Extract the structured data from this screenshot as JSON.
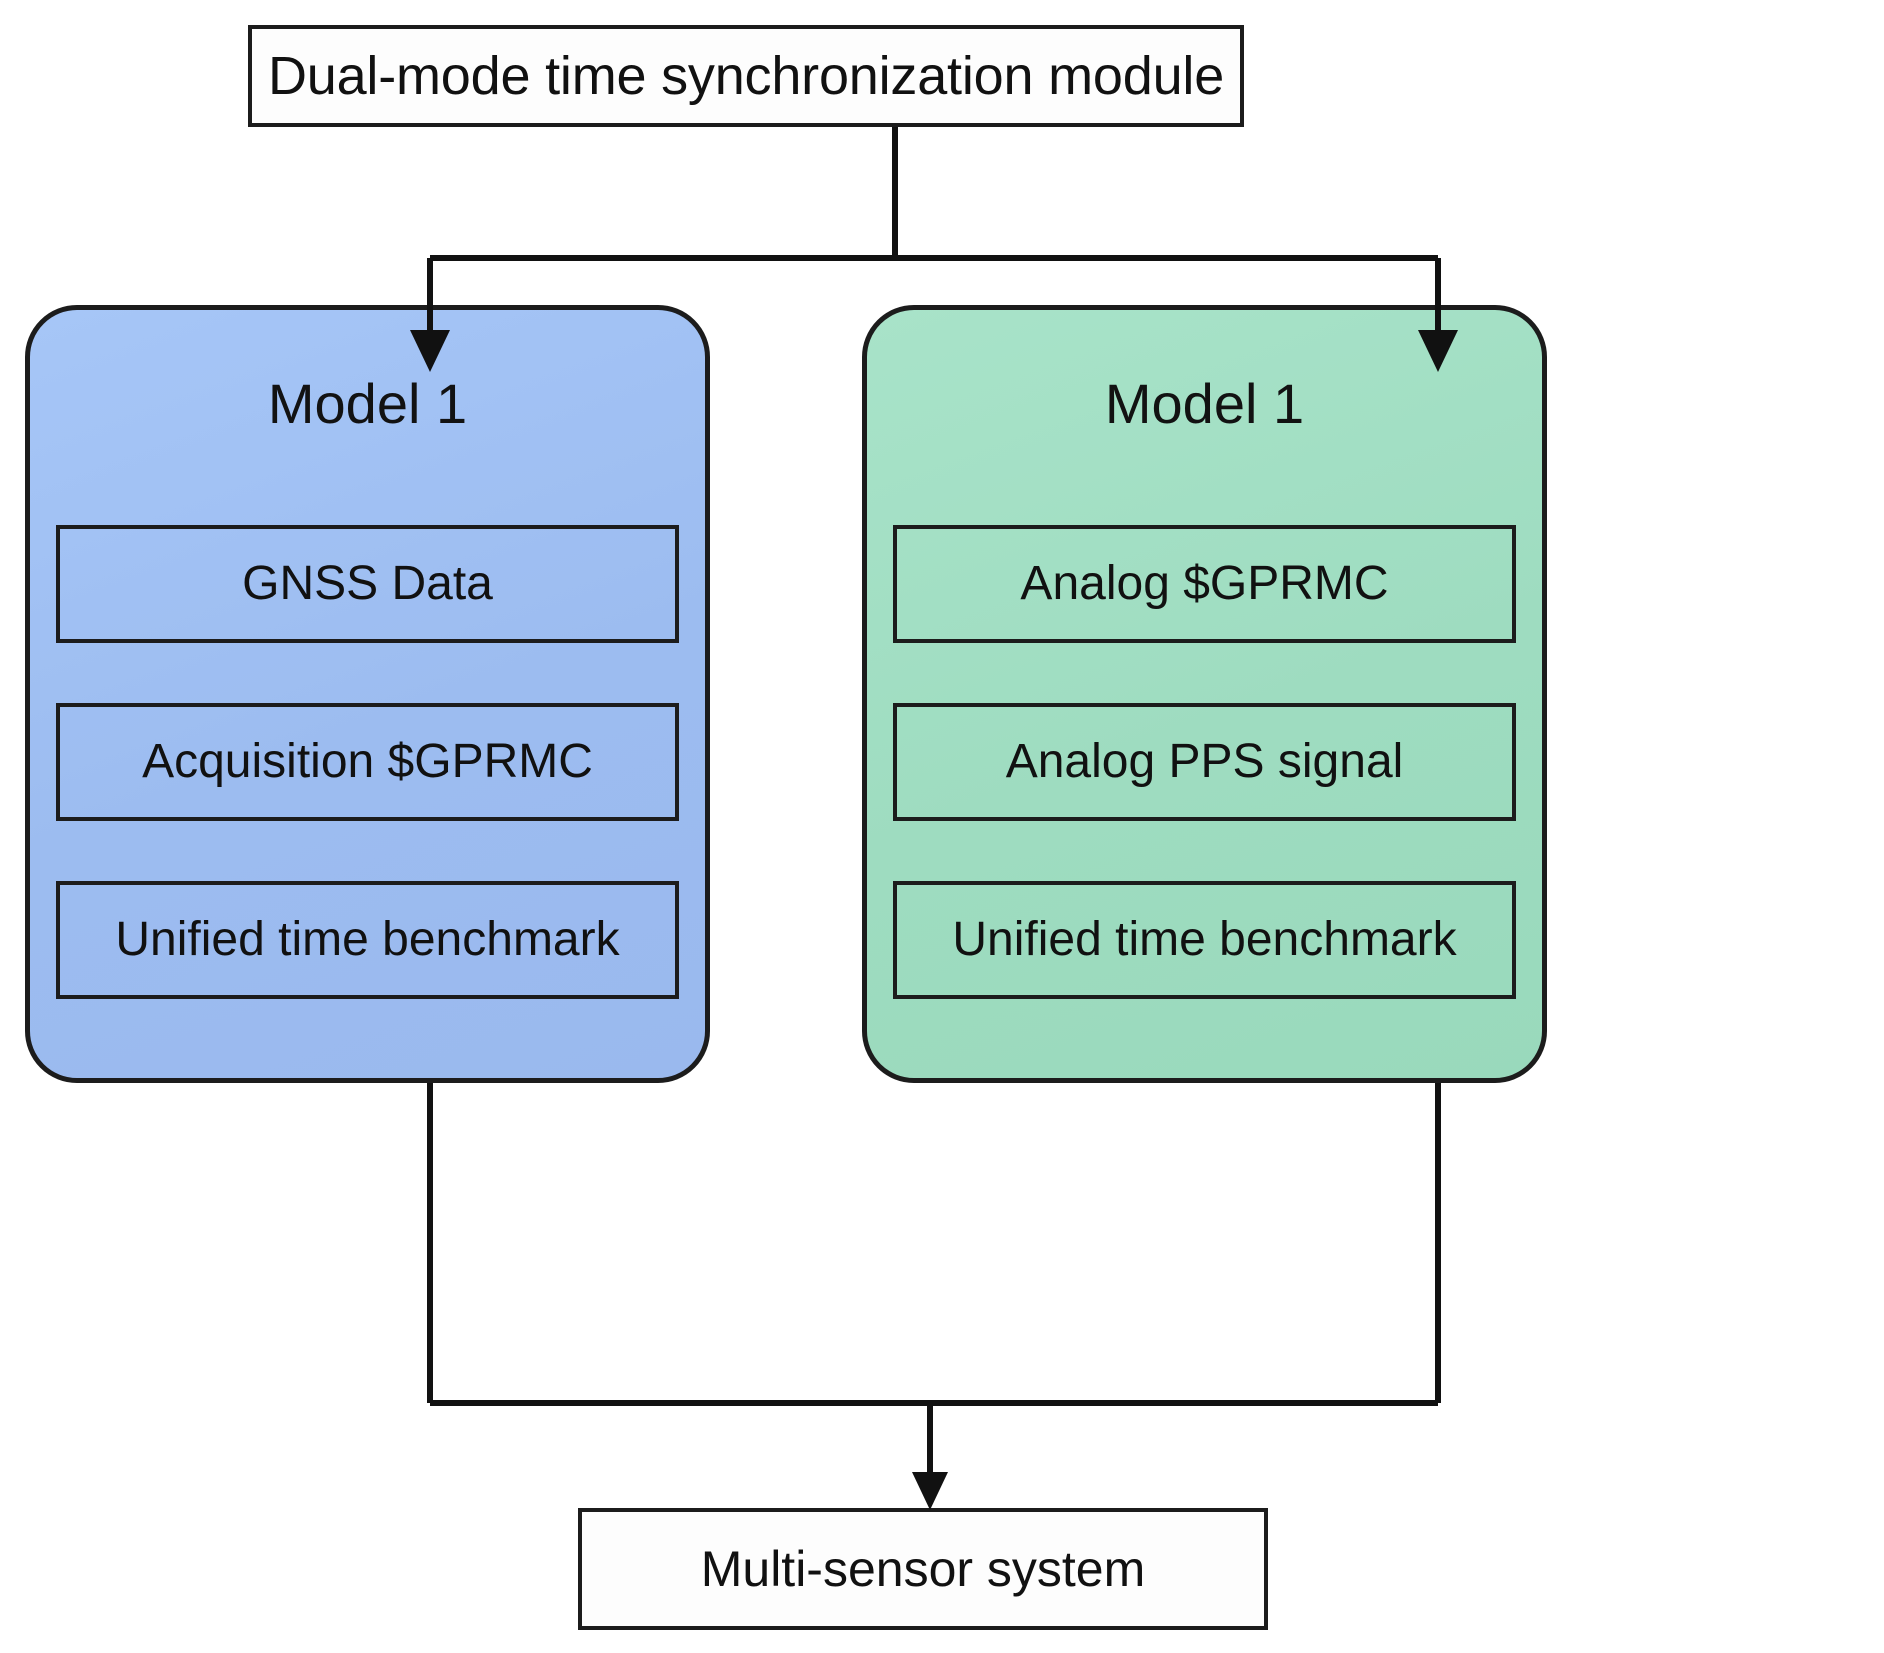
{
  "diagram": {
    "title_box": {
      "label": "Dual-mode time synchronization module"
    },
    "panels": [
      {
        "id": "model-1-blue",
        "title": "Model 1",
        "color": "#9cbcf0",
        "items": [
          {
            "label": "GNSS Data"
          },
          {
            "label": "Acquisition $GPRMC"
          },
          {
            "label": "Unified time benchmark"
          }
        ]
      },
      {
        "id": "model-1-green",
        "title": "Model 1",
        "color": "#9edcc0",
        "items": [
          {
            "label": "Analog $GPRMC"
          },
          {
            "label": "Analog PPS signal"
          },
          {
            "label": "Unified time benchmark"
          }
        ]
      }
    ],
    "output_box": {
      "label": "Multi-sensor system"
    },
    "connectors": {
      "stroke_color": "#111111",
      "edges": [
        {
          "from": "title_box",
          "to": "model-1-blue",
          "style": "elbow-arrow"
        },
        {
          "from": "title_box",
          "to": "model-1-green",
          "style": "elbow-arrow"
        },
        {
          "from": "model-1-blue",
          "to": "output_box",
          "style": "elbow-merge"
        },
        {
          "from": "model-1-green",
          "to": "output_box",
          "style": "elbow-merge"
        }
      ]
    }
  }
}
